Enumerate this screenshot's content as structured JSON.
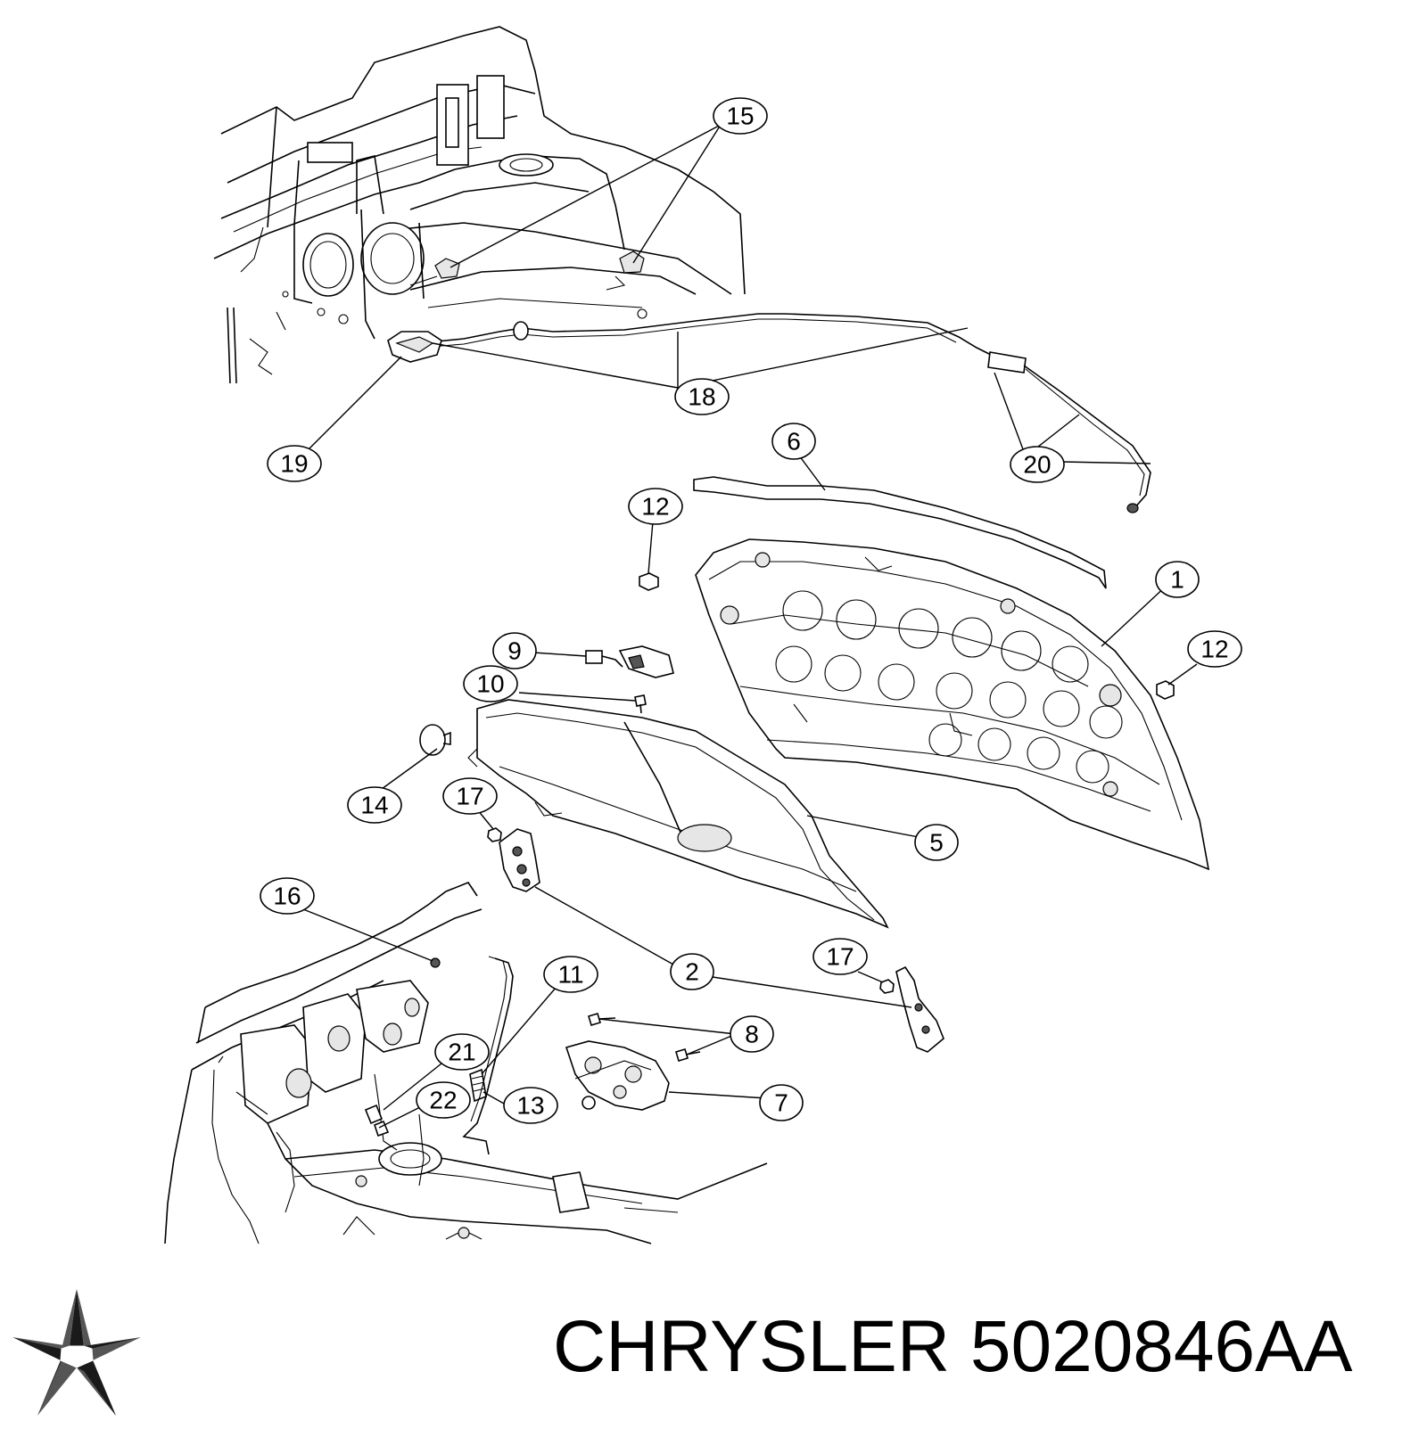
{
  "footer": {
    "brand": "CHRYSLER",
    "part_number": "5020846AA",
    "logo_icon": "chrysler-pentastar-icon"
  },
  "callouts": [
    {
      "label": "15"
    },
    {
      "label": "18"
    },
    {
      "label": "19"
    },
    {
      "label": "20"
    },
    {
      "label": "6"
    },
    {
      "label": "12"
    },
    {
      "label": "1"
    },
    {
      "label": "12"
    },
    {
      "label": "9"
    },
    {
      "label": "10"
    },
    {
      "label": "14"
    },
    {
      "label": "17"
    },
    {
      "label": "5"
    },
    {
      "label": "16"
    },
    {
      "label": "2"
    },
    {
      "label": "17"
    },
    {
      "label": "11"
    },
    {
      "label": "8"
    },
    {
      "label": "21"
    },
    {
      "label": "7"
    },
    {
      "label": "22"
    },
    {
      "label": "13"
    }
  ]
}
